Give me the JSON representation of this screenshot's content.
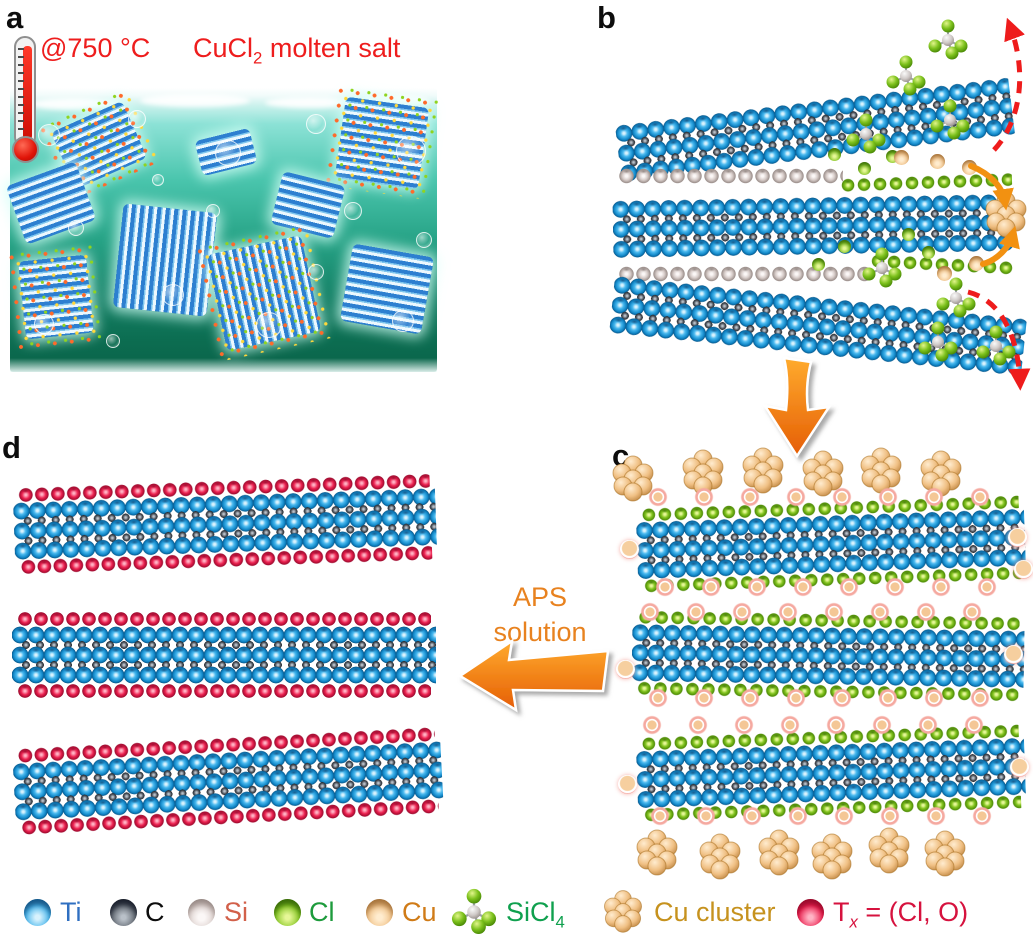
{
  "panels": {
    "a": {
      "label": "a",
      "temperature": "@750 °C",
      "salt": {
        "pre": "CuCl",
        "sub": "2",
        "post": " molten salt"
      }
    },
    "b": {
      "label": "b"
    },
    "c": {
      "label": "c"
    },
    "d": {
      "label": "d"
    }
  },
  "arrows": {
    "aps": {
      "line1": "APS",
      "line2": "solution"
    }
  },
  "legend": {
    "items": [
      {
        "id": "ti",
        "pre": "Ti",
        "sub": "",
        "post": "",
        "sphere_color": "#35aae4",
        "text_color": "#2f6fc1"
      },
      {
        "id": "c",
        "pre": "C",
        "sub": "",
        "post": "",
        "sphere_color": "#4e545b",
        "text_color": "#0d0d0d"
      },
      {
        "id": "si",
        "pre": "Si",
        "sub": "",
        "post": "",
        "sphere_color": "#d6cbc8",
        "text_color": "#d2604a"
      },
      {
        "id": "cl",
        "pre": "Cl",
        "sub": "",
        "post": "",
        "sphere_color": "#7cc11c",
        "text_color": "#1d9b3c"
      },
      {
        "id": "cu",
        "pre": "Cu",
        "sub": "",
        "post": "",
        "sphere_color": "#f0c084",
        "text_color": "#d07b17"
      },
      {
        "id": "sicl4",
        "pre": "SiCl",
        "sub": "4",
        "post": "",
        "text_color": "#0fa04e"
      },
      {
        "id": "cu-cluster",
        "pre": "Cu cluster",
        "sub": "",
        "post": "",
        "text_color": "#c6921e"
      },
      {
        "id": "tx",
        "pre": "T",
        "sub": "x",
        "post": " = (Cl, O)",
        "text_color": "#d6123e"
      }
    ]
  },
  "colors": {
    "annotation_red": "#ee1d1d",
    "aps_orange": "#e8821f",
    "arrow_orange": "#f0820a",
    "dashed_arrow_red": "#ee1c1c",
    "water_teal": "#2aa98c",
    "ti_blue": "#35aae4",
    "carbon_gray": "#4e545b",
    "si_gray": "#d6cbc8",
    "cl_green": "#7cc11c",
    "cu_tan": "#f0c084",
    "tx_red": "#ec2150"
  }
}
